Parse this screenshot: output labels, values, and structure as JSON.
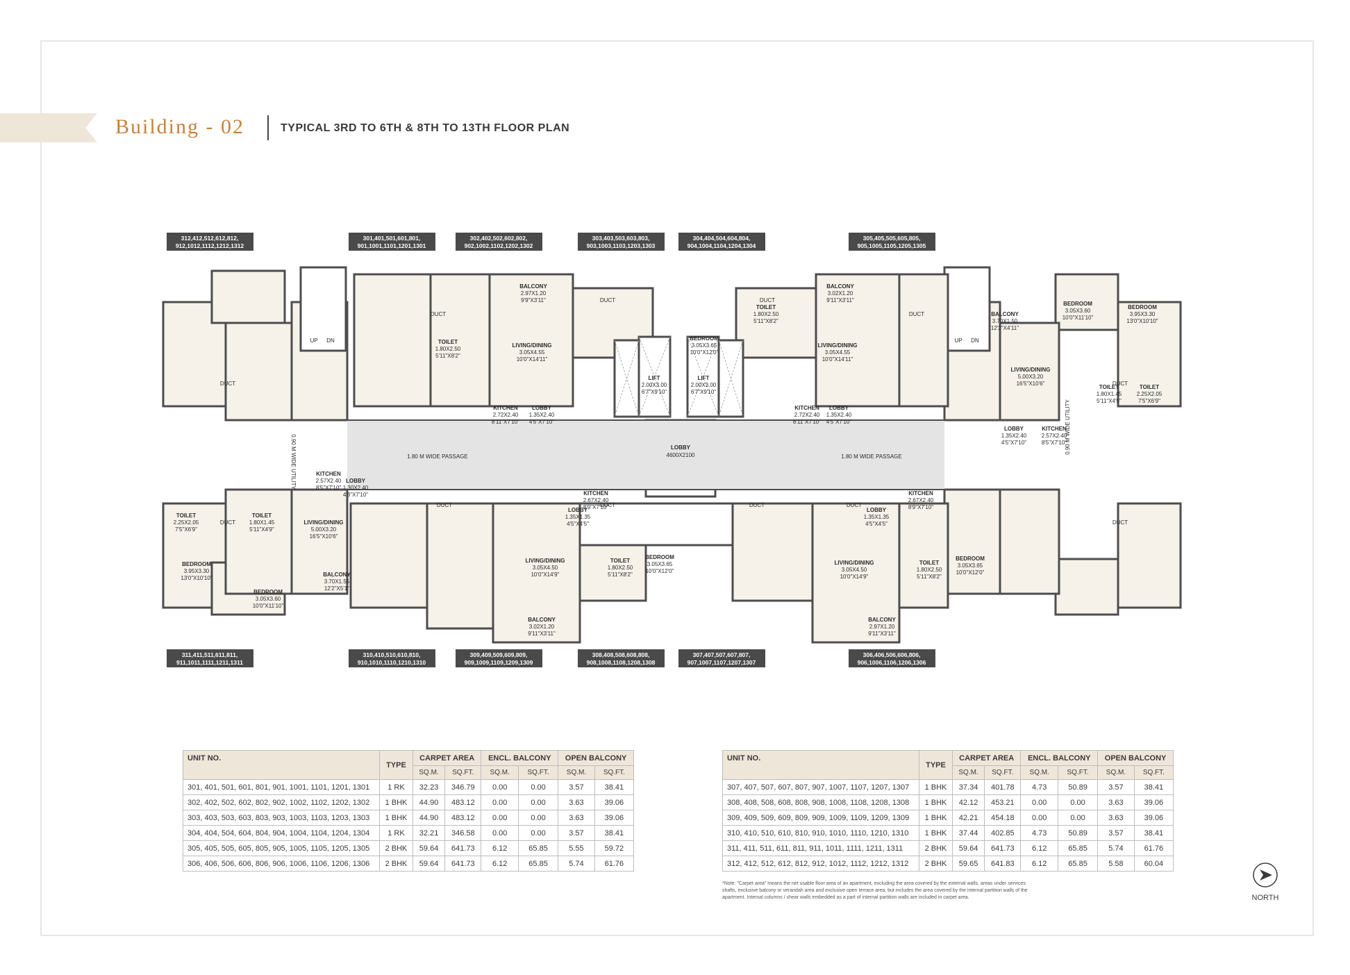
{
  "header": {
    "building": "Building - 02",
    "subtitle": "TYPICAL 3RD TO 6TH & 8TH TO 13TH FLOOR PLAN"
  },
  "plan": {
    "unit_tags_top": [
      [
        "312,412,512,612,812,",
        "912,1012,1112,1212,1312"
      ],
      [
        "301,401,501,601,801,",
        "901,1001,1101,1201,1301"
      ],
      [
        "302,402,502,602,802,",
        "902,1002,1102,1202,1302"
      ],
      [
        "303,403,503,603,803,",
        "903,1003,1103,1203,1303"
      ],
      [
        "304,404,504,604,804,",
        "904,1004,1104,1204,1304"
      ],
      [
        "305,405,505,605,805,",
        "905,1005,1105,1205,1305"
      ]
    ],
    "unit_tags_bottom": [
      [
        "311,411,511,611,811,",
        "911,1011,1111,1211,1311"
      ],
      [
        "310,410,510,610,810,",
        "910,1010,1110,1210,1310"
      ],
      [
        "309,409,509,609,809,",
        "909,1009,1109,1209,1309"
      ],
      [
        "308,408,508,608,808,",
        "908,1008,1108,1208,1308"
      ],
      [
        "307,407,507,607,807,",
        "907,1007,1107,1207,1307"
      ],
      [
        "306,406,506,606,806,",
        "906,1006,1106,1206,1306"
      ]
    ],
    "corridor": {
      "passage_left": "1.80 M WIDE PASSAGE",
      "passage_right": "1.80 M WIDE PASSAGE",
      "lobby_title": "LOBBY",
      "lobby_size": "4600X2100"
    },
    "lifts": [
      {
        "name": "LIFT",
        "size": "2.00X3.00",
        "feet": "6'7\"X9'10\""
      },
      {
        "name": "LIFT",
        "size": "2.00X3.00",
        "feet": "6'7\"X9'10\""
      }
    ],
    "rooms": [
      {
        "name": "BALCONY",
        "size": "2.97X1.20",
        "feet": "9'9\"X3'11\""
      },
      {
        "name": "TOILET",
        "size": "1.80X2.50",
        "feet": "5'11\"X8'2\""
      },
      {
        "name": "LIVING/DINING",
        "size": "3.05X4.55",
        "feet": "10'0\"X14'11\""
      },
      {
        "name": "KITCHEN",
        "size": "2.72X2.40",
        "feet": "8'11\"X7'10\""
      },
      {
        "name": "LOBBY",
        "size": "1.35X2.40",
        "feet": "4'5\"X7'10\""
      },
      {
        "name": "BEDROOM",
        "size": "3.05X3.65",
        "feet": "10'0\"X12'0\""
      },
      {
        "name": "TOILET",
        "size": "1.80X2.50",
        "feet": "5'11\"X8'2\""
      },
      {
        "name": "BALCONY",
        "size": "3.02X1.20",
        "feet": "9'11\"X3'11\""
      },
      {
        "name": "LIVING/DINING",
        "size": "3.05X4.55",
        "feet": "10'0\"X14'11\""
      },
      {
        "name": "KITCHEN",
        "size": "2.72X2.40",
        "feet": "8'11\"X7'10\""
      },
      {
        "name": "LOBBY",
        "size": "1.35X2.40",
        "feet": "4'5\"X7'10\""
      },
      {
        "name": "BEDROOM",
        "size": "3.05X3.60",
        "feet": "10'0\"X11'10\""
      },
      {
        "name": "BEDROOM",
        "size": "3.95X3.30",
        "feet": "13'0\"X10'10\""
      },
      {
        "name": "BALCONY",
        "size": "3.70X1.50",
        "feet": "12'2\"X4'11\""
      },
      {
        "name": "LIVING/DINING",
        "size": "5.00X3.20",
        "feet": "16'5\"X10'6\""
      },
      {
        "name": "TOILET",
        "size": "1.80X1.45",
        "feet": "5'11\"X4'9\""
      },
      {
        "name": "TOILET",
        "size": "2.25X2.05",
        "feet": "7'5\"X6'9\""
      },
      {
        "name": "LOBBY",
        "size": "1.35X2.40",
        "feet": "4'5\"X7'10\""
      },
      {
        "name": "KITCHEN",
        "size": "2.57X2.40",
        "feet": "8'5\"X7'10\""
      },
      {
        "name": "KITCHEN",
        "size": "2.57X2.40",
        "feet": "8'5\"X7'10\""
      },
      {
        "name": "LOBBY",
        "size": "1.30X2.40",
        "feet": "4'3\"X7'10\""
      },
      {
        "name": "TOILET",
        "size": "2.25X2.05",
        "feet": "7'5\"X6'9\""
      },
      {
        "name": "TOILET",
        "size": "1.80X1.45",
        "feet": "5'11\"X4'9\""
      },
      {
        "name": "LIVING/DINING",
        "size": "5.00X3.20",
        "feet": "16'5\"X10'6\""
      },
      {
        "name": "BEDROOM",
        "size": "3.95X3.30",
        "feet": "13'0\"X10'10\""
      },
      {
        "name": "BEDROOM",
        "size": "3.05X3.60",
        "feet": "10'0\"X11'10\""
      },
      {
        "name": "BALCONY",
        "size": "3.70X1.55",
        "feet": "12'2\"X5'1\""
      },
      {
        "name": "KITCHEN",
        "size": "2.67X2.40",
        "feet": "8'9\"X7'10\""
      },
      {
        "name": "LOBBY",
        "size": "1.35X1.35",
        "feet": "4'5\"X4'5\""
      },
      {
        "name": "LIVING/DINING",
        "size": "3.05X4.50",
        "feet": "10'0\"X14'9\""
      },
      {
        "name": "TOILET",
        "size": "1.80X2.50",
        "feet": "5'11\"X8'2\""
      },
      {
        "name": "BEDROOM",
        "size": "3.05X3.65",
        "feet": "10'0\"X12'0\""
      },
      {
        "name": "BALCONY",
        "size": "3.02X1.20",
        "feet": "9'11\"X3'11\""
      },
      {
        "name": "KITCHEN",
        "size": "2.67X2.40",
        "feet": "8'9\"X7'10\""
      },
      {
        "name": "LOBBY",
        "size": "1.35X1.35",
        "feet": "4'5\"X4'5\""
      },
      {
        "name": "LIVING/DINING",
        "size": "3.05X4.50",
        "feet": "10'0\"X14'9\""
      },
      {
        "name": "TOILET",
        "size": "1.80X2.50",
        "feet": "5'11\"X8'2\""
      },
      {
        "name": "BEDROOM",
        "size": "3.05X3.65",
        "feet": "10'0\"X12'0\""
      },
      {
        "name": "BALCONY",
        "size": "2.97X1.20",
        "feet": "9'11\"X3'11\""
      }
    ],
    "duct_label": "DUCT",
    "utility_label": "0.90 M WIDE UTILITY",
    "stair_up": "UP",
    "stair_dn": "DN"
  },
  "tables": {
    "headers": {
      "unit_no": "UNIT NO.",
      "type": "TYPE",
      "carpet": "CARPET AREA",
      "encl": "ENCL. BALCONY",
      "open": "OPEN BALCONY",
      "sqm": "SQ.M.",
      "sqft": "SQ.FT."
    },
    "left": [
      [
        "301, 401, 501, 601, 801, 901, 1001, 1101, 1201, 1301",
        "1 RK",
        "32.23",
        "346.79",
        "0.00",
        "0.00",
        "3.57",
        "38.41"
      ],
      [
        "302, 402, 502, 602, 802, 902, 1002, 1102, 1202, 1302",
        "1 BHK",
        "44.90",
        "483.12",
        "0.00",
        "0.00",
        "3.63",
        "39.06"
      ],
      [
        "303, 403, 503, 603, 803, 903, 1003, 1103, 1203, 1303",
        "1 BHK",
        "44.90",
        "483.12",
        "0.00",
        "0.00",
        "3.63",
        "39.06"
      ],
      [
        "304, 404, 504, 604, 804, 904, 1004, 1104, 1204, 1304",
        "1 RK",
        "32.21",
        "346.58",
        "0.00",
        "0.00",
        "3.57",
        "38.41"
      ],
      [
        "305, 405, 505, 605, 805, 905, 1005, 1105, 1205, 1305",
        "2 BHK",
        "59.64",
        "641.73",
        "6.12",
        "65.85",
        "5.55",
        "59.72"
      ],
      [
        "306, 406, 506, 606, 806, 906, 1006, 1106, 1206, 1306",
        "2 BHK",
        "59.64",
        "641.73",
        "6.12",
        "65.85",
        "5.74",
        "61.76"
      ]
    ],
    "right": [
      [
        "307, 407, 507, 607, 807, 907, 1007, 1107, 1207, 1307",
        "1 BHK",
        "37.34",
        "401.78",
        "4.73",
        "50.89",
        "3.57",
        "38.41"
      ],
      [
        "308, 408, 508, 608, 808, 908, 1008, 1108, 1208, 1308",
        "1 BHK",
        "42.12",
        "453.21",
        "0.00",
        "0.00",
        "3.63",
        "39.06"
      ],
      [
        "309, 409, 509, 609, 809, 909, 1009, 1109, 1209, 1309",
        "1 BHK",
        "42.21",
        "454.18",
        "0.00",
        "0.00",
        "3.63",
        "39.06"
      ],
      [
        "310, 410, 510, 610, 810, 910, 1010, 1110, 1210, 1310",
        "1 BHK",
        "37.44",
        "402.85",
        "4.73",
        "50.89",
        "3.57",
        "38.41"
      ],
      [
        "311, 411, 511, 611, 811, 911, 1011, 1111, 1211, 1311",
        "2 BHK",
        "59.64",
        "641.73",
        "6.12",
        "65.85",
        "5.74",
        "61.76"
      ],
      [
        "312, 412, 512, 612, 812, 912, 1012, 1112, 1212, 1312",
        "2 BHK",
        "59.65",
        "641.83",
        "6.12",
        "65.85",
        "5.58",
        "60.04"
      ]
    ]
  },
  "note": "*Note: \"Carpet area\" means the net usable floor area of an apartment, excluding the area covered by the external walls, areas under services shafts, exclusive balcony or verandah area and exclusive open terrace area, but includes the area covered by the internal partition walls of the apartment. Internal columns / shear walls embedded as a part of internal partition walls are included in carpet area.",
  "compass": {
    "label": "NORTH"
  },
  "colors": {
    "accent": "#c8823a",
    "ribbon": "#efe6da",
    "tag": "#4a4a4a",
    "wall": "#4d4d4d",
    "room": "#f6f1e9"
  }
}
